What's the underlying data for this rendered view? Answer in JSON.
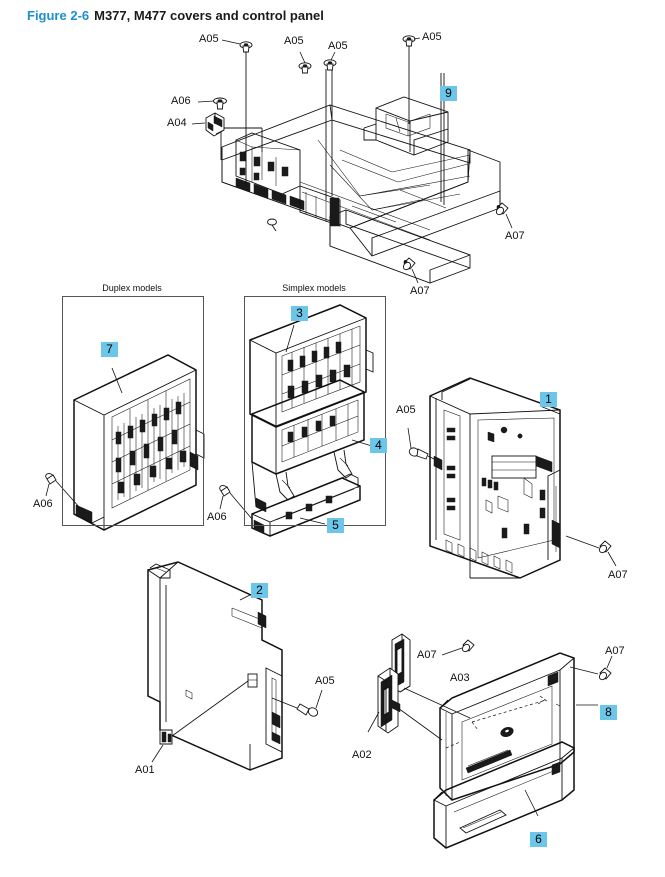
{
  "figure": {
    "number": "Figure 2-6",
    "caption": "M377, M477 covers and control panel"
  },
  "colors": {
    "callout_chip_bg": "#6cc6e9",
    "figure_number": "#1c8fd0",
    "line": "#111111",
    "group_box_border": "#555555"
  },
  "group_boxes": [
    {
      "name": "duplex",
      "caption": "Duplex models"
    },
    {
      "name": "simplex",
      "caption": "Simplex models"
    }
  ],
  "item_callouts": [
    {
      "id": "c9",
      "label": "9"
    },
    {
      "id": "c7",
      "label": "7"
    },
    {
      "id": "c3",
      "label": "3"
    },
    {
      "id": "c4",
      "label": "4"
    },
    {
      "id": "c5",
      "label": "5"
    },
    {
      "id": "c1",
      "label": "1"
    },
    {
      "id": "c2",
      "label": "2"
    },
    {
      "id": "c8",
      "label": "8"
    },
    {
      "id": "c6",
      "label": "6"
    }
  ],
  "hardware_callouts": [
    {
      "id": "h1",
      "label": "A05"
    },
    {
      "id": "h2",
      "label": "A05"
    },
    {
      "id": "h3",
      "label": "A05"
    },
    {
      "id": "h4",
      "label": "A05"
    },
    {
      "id": "h5",
      "label": "A06"
    },
    {
      "id": "h6",
      "label": "A04"
    },
    {
      "id": "h7",
      "label": "A07"
    },
    {
      "id": "h8",
      "label": "A07"
    },
    {
      "id": "h9",
      "label": "A06"
    },
    {
      "id": "h10",
      "label": "A06"
    },
    {
      "id": "h11",
      "label": "A05"
    },
    {
      "id": "h12",
      "label": "A07"
    },
    {
      "id": "h13",
      "label": "A05"
    },
    {
      "id": "h14",
      "label": "A01"
    },
    {
      "id": "h15",
      "label": "A07"
    },
    {
      "id": "h16",
      "label": "A03"
    },
    {
      "id": "h17",
      "label": "A02"
    },
    {
      "id": "h18",
      "label": "A07"
    }
  ]
}
